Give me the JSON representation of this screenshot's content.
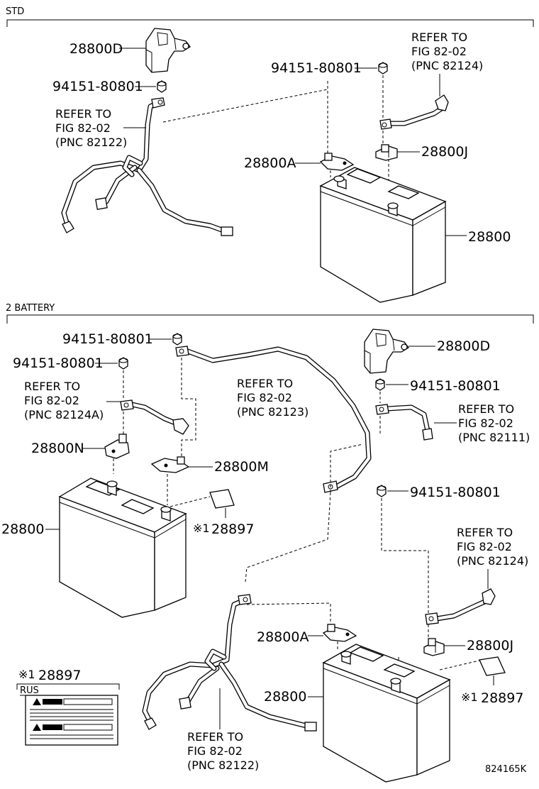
{
  "figure": {
    "sections": [
      {
        "id": "std",
        "title": "STD"
      },
      {
        "id": "two-battery",
        "title": "2 BATTERY"
      }
    ],
    "figure_number": "824165K"
  },
  "std": {
    "clamp_d": "28800D",
    "nut_left": "94151-80801",
    "ref_left": {
      "l1": "REFER TO",
      "l2": "FIG 82-02",
      "l3": "(PNC 82122)"
    },
    "nut_right": "94151-80801",
    "ref_right": {
      "l1": "REFER TO",
      "l2": "FIG 82-02",
      "l3": "(PNC 82124)"
    },
    "terminal_a": "28800A",
    "terminal_j": "28800J",
    "battery": "28800"
  },
  "two": {
    "nut_top": "94151-80801",
    "nut_left": "94151-80801",
    "ref_a": {
      "l1": "REFER TO",
      "l2": "FIG 82-02",
      "l3": "(PNC 82124A)"
    },
    "ref_b": {
      "l1": "REFER TO",
      "l2": "FIG 82-02",
      "l3": "(PNC 82123)"
    },
    "terminal_n": "28800N",
    "terminal_m": "28800M",
    "battery_left": "28800",
    "label_left_mark": "※1",
    "label_left": "28897",
    "clamp_d": "28800D",
    "nut_right_1": "94151-80801",
    "ref_c": {
      "l1": "REFER TO",
      "l2": "FIG 82-02",
      "l3": "(PNC 82111)"
    },
    "nut_right_2": "94151-80801",
    "ref_d": {
      "l1": "REFER TO",
      "l2": "FIG 82-02",
      "l3": "(PNC 82124)"
    },
    "terminal_a": "28800A",
    "terminal_j": "28800J",
    "battery_right": "28800",
    "label_right_mark": "※1",
    "label_right": "28897",
    "ref_e": {
      "l1": "REFER TO",
      "l2": "FIG 82-02",
      "l3": "(PNC 82122)"
    }
  },
  "inset": {
    "mark": "※1",
    "part": "28897",
    "region": "RUS"
  }
}
